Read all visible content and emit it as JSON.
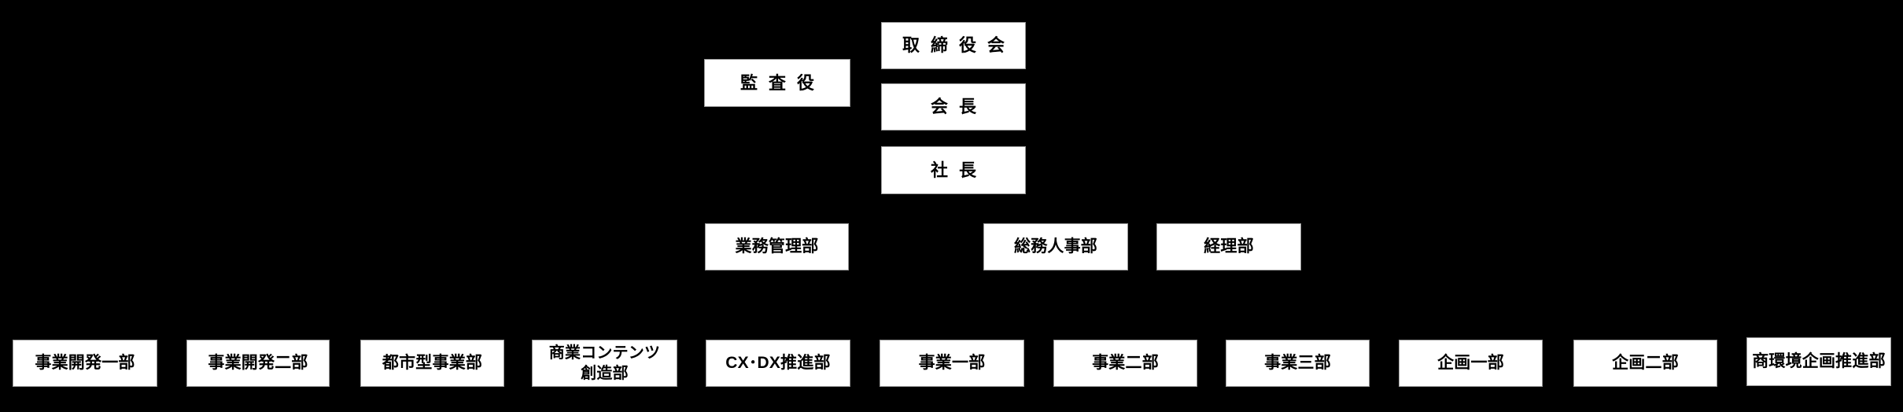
{
  "chart": {
    "type": "org-chart",
    "title": "",
    "background_color": "#000000",
    "node_fill_color": "#ffffff",
    "node_border_color": "#9a9a9a",
    "node_text_color": "#000000"
  },
  "governance": {
    "auditor": {
      "label": "監査役"
    },
    "board": {
      "label": "取締役会"
    },
    "chairman": {
      "label": "会長"
    },
    "president": {
      "label": "社長"
    }
  },
  "corporate_departments": [
    {
      "label": "業務管理部"
    },
    {
      "label": "総務人事部"
    },
    {
      "label": "経理部"
    }
  ],
  "business_departments": [
    {
      "label": "事業開発一部"
    },
    {
      "label": "事業開発二部"
    },
    {
      "label": "都市型事業部"
    },
    {
      "label": "商業コンテンツ\n創造部"
    },
    {
      "label": "CX･DX推進部"
    },
    {
      "label": "事業一部"
    },
    {
      "label": "事業二部"
    },
    {
      "label": "事業三部"
    },
    {
      "label": "企画一部"
    },
    {
      "label": "企画二部"
    },
    {
      "label": "商環境企画推進部"
    }
  ]
}
